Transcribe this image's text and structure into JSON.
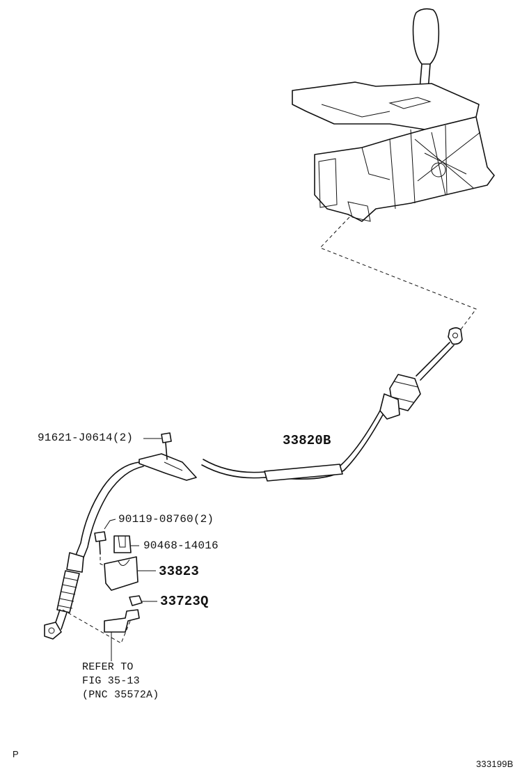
{
  "diagram": {
    "callouts": [
      {
        "id": "bolt",
        "text": "91621-J0614(2)"
      },
      {
        "id": "cable",
        "text": "33820B"
      },
      {
        "id": "screw",
        "text": "90119-08760(2)"
      },
      {
        "id": "clip",
        "text": "90468-14016"
      },
      {
        "id": "bracket",
        "text": "33823"
      },
      {
        "id": "nut",
        "text": "33723Q"
      }
    ],
    "reference_note": [
      "REFER TO",
      "FIG 35-13",
      "(PNC 35572A)"
    ],
    "corner_letter": "P",
    "figure_number": "333199B"
  }
}
